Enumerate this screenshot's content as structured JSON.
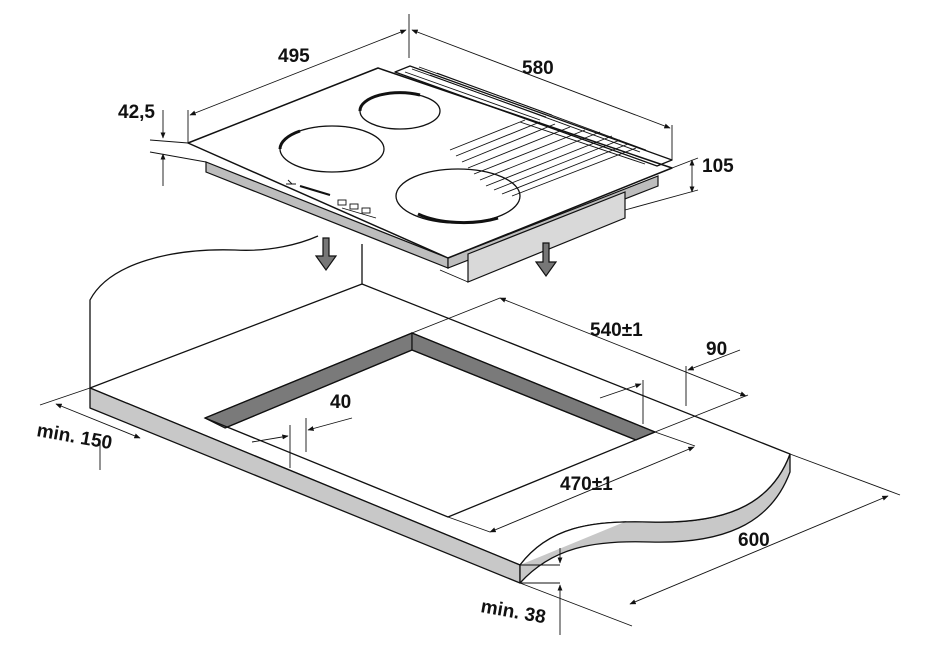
{
  "colors": {
    "line": "#111111",
    "surface": "#ffffff",
    "cutout_wall": "#7a7a7a",
    "worktop_edge": "#c8c8c8",
    "hob_side": "#bdbdbd"
  },
  "labels": {
    "hob_depth": "495",
    "hob_width": "580",
    "glass_thickness": "42,5",
    "hob_height": "105",
    "cutout_width": "540±1",
    "rear_gap": "90",
    "front_gap": "40",
    "cutout_depth": "470±1",
    "worktop_depth": "600",
    "wall_clearance": "min. 150",
    "worktop_thickness": "min. 38"
  }
}
